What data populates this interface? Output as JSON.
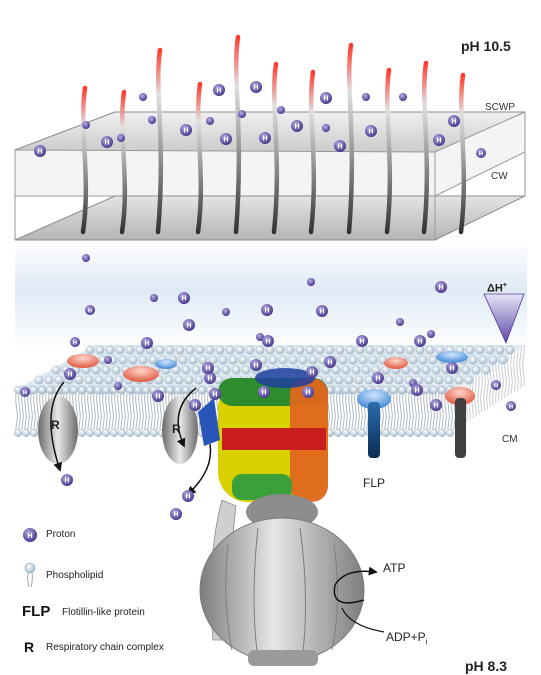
{
  "labels": {
    "ph_top": "pH 10.5",
    "ph_bottom": "pH 8.3",
    "scwp": "SCWP",
    "cw": "CW",
    "cm": "CM",
    "flp": "FLP",
    "atp": "ATP",
    "adp": "ADP+P",
    "adp_sub": "i",
    "delta_h": "ΔH",
    "delta_h_sup": "+",
    "r_left": "R",
    "r_mid": "R",
    "proton_glyph": "H",
    "proton_sup": "+"
  },
  "legend": {
    "proton": "Proton",
    "phospholipid": "Phospholipid",
    "flp_symbol": "FLP",
    "flp_text": "Flotillin-like protein",
    "r_symbol": "R",
    "r_text": "Respiratory chain complex"
  },
  "colors": {
    "proton": "#5b4a9e",
    "gradient_triangle": "#6b5bb0",
    "membrane_head": "#c9dbe6",
    "flp": "#2a6fb0",
    "atp_synthase": "#9a9a9a"
  }
}
